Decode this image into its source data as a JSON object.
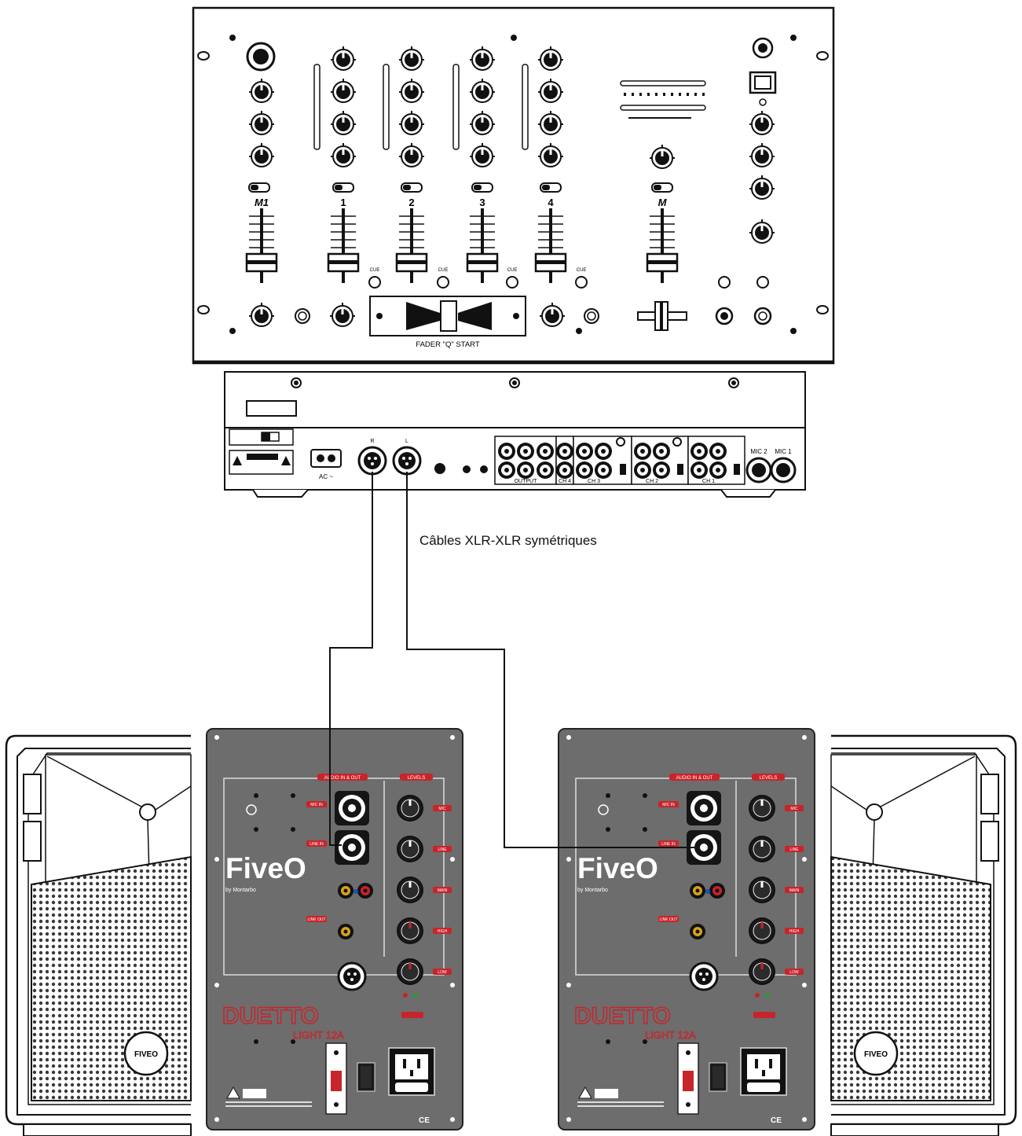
{
  "mixer": {
    "channels": [
      "M1",
      "1",
      "2",
      "3",
      "4"
    ],
    "master_label": "M",
    "fader_label": "FADER \"Q\" START",
    "cue_labels": [
      "CUE",
      "CUE",
      "CUE",
      "CUE"
    ],
    "rear": {
      "ac_label": "AC ~",
      "balanced_labels": [
        "R",
        "L"
      ],
      "input_groups": [
        "OUTPUT",
        "CH 4",
        "CH 3",
        "CH 2",
        "CH 1"
      ],
      "mic_labels": [
        "MIC 2",
        "MIC 1"
      ]
    }
  },
  "caption": "Câbles XLR-XLR symétriques",
  "speakers": [
    {
      "brand": "FiveO",
      "brand_sub": "by Montarbo",
      "model": "DUETTO",
      "model_sub": "LIGHT 12A",
      "levels_title": "LEVELS",
      "audio_title": "AUDIO IN & OUT",
      "knob_tags": [
        "MIC",
        "LINE",
        "MAIN",
        "HIGH",
        "LOW"
      ],
      "jack_tags": [
        "MIC IN",
        "LINE IN",
        "LINK OUT"
      ],
      "badge": "FIVEO"
    },
    {
      "brand": "FiveO",
      "brand_sub": "by Montarbo",
      "model": "DUETTO",
      "model_sub": "LIGHT 12A",
      "levels_title": "LEVELS",
      "audio_title": "AUDIO IN & OUT",
      "knob_tags": [
        "MIC",
        "LINE",
        "MAIN",
        "HIGH",
        "LOW"
      ],
      "jack_tags": [
        "MIC IN",
        "LINE IN",
        "LINK OUT"
      ],
      "badge": "FIVEO"
    }
  ],
  "colors": {
    "panel": "#6d6d6d",
    "accent": "#c8242b",
    "line": "#111111"
  }
}
